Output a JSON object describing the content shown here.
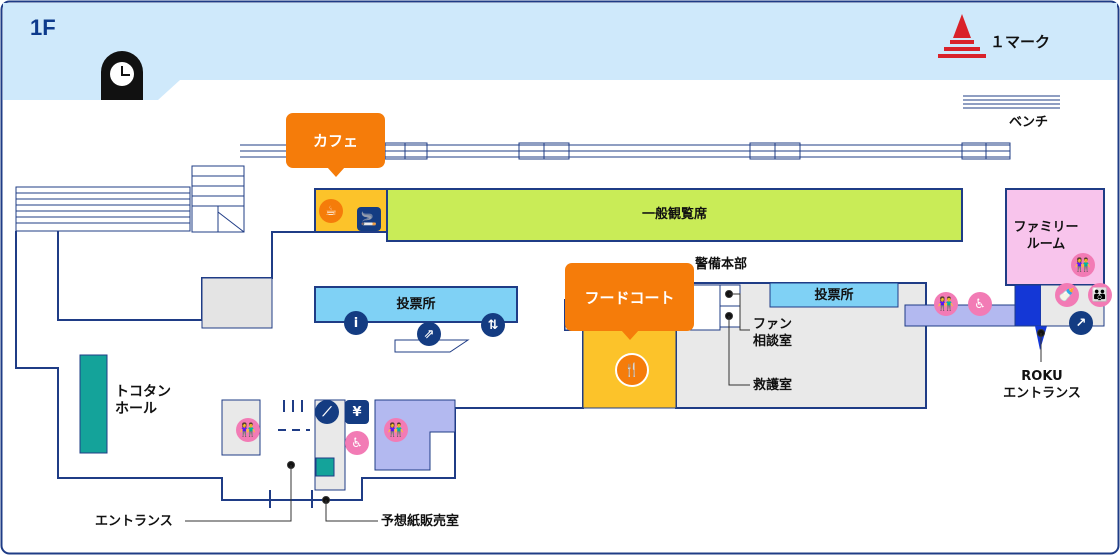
{
  "floor_label": "1F",
  "legend": {
    "mark_label": "１マーク",
    "colors": {
      "mark": "#d9222a"
    }
  },
  "callouts": {
    "cafe": "カフェ",
    "food_court": "フードコート"
  },
  "areas": {
    "general_stand": "一般観覧席",
    "family_room": "ファミリー\nルーム",
    "betting_left": "投票所",
    "betting_right": "投票所",
    "tokotan_hall": "トコタン\nホール"
  },
  "labels": {
    "bench": "ベンチ",
    "security_hq": "警備本部",
    "fan_consult": "ファン\n相談室",
    "first_aid": "救護室",
    "roku_entrance": "ROKU\nエントランス",
    "entrance": "エントランス",
    "forecast_paper": "予想紙販売室"
  },
  "colors": {
    "sky": "#cfe9fb",
    "border": "#1f3c86",
    "stand_green": "#c9ec57",
    "betting_blue": "#7fd1f5",
    "food_yellow": "#fcc32a",
    "family_pink": "#f8c4ec",
    "floor_grey": "#e9e9e9",
    "tokotan_teal": "#14a39a",
    "corridor_lav": "#b3b9f0"
  },
  "icons": [
    "clock-icon",
    "coffee-icon",
    "smoking-icon",
    "info-icon",
    "escalator-icon",
    "elevator-icon",
    "restaurant-icon",
    "restroom-icon",
    "wheelchair-icon",
    "nursing-icon",
    "stairs-icon",
    "atm-icon",
    "drinking-icon"
  ]
}
